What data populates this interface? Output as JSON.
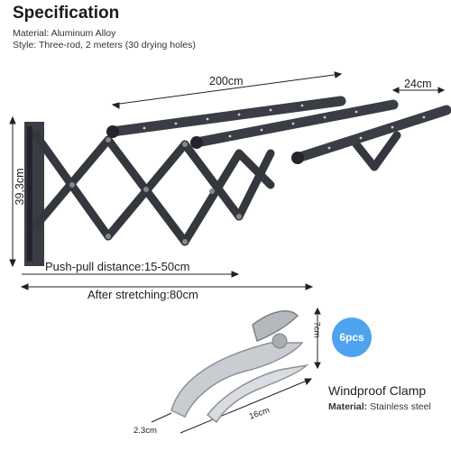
{
  "title": "Specification",
  "spec": {
    "material": "Material: Aluminum Alloy",
    "style": "Style: Three-rod, 2 meters (30 drying holes)"
  },
  "dimensions": {
    "length": "200cm",
    "depth": "24cm",
    "height": "39,3cm",
    "push_pull": "Push-pull distance:15-50cm",
    "after_stretching": "After stretching:80cm"
  },
  "clamp": {
    "badge": "6pcs",
    "title": "Windproof Clamp",
    "material_label": "Material:",
    "material_value": "Stainless steel",
    "height": "7cm",
    "length": "16cm",
    "width": "2.3cm"
  },
  "colors": {
    "rack": "#3a3d44",
    "rack_dark": "#23252a",
    "badge": "#4ea3ee",
    "steel": "#c9ccd1"
  },
  "icons": [
    "drying-rack-image",
    "clamp-image"
  ]
}
